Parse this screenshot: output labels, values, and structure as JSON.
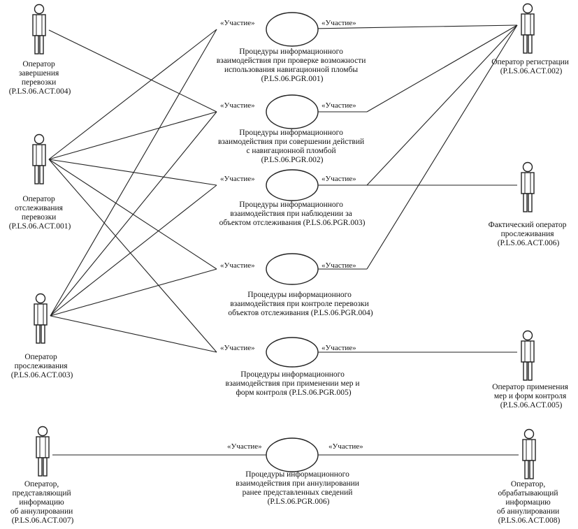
{
  "participation_label": "«Участие»",
  "actors": {
    "act004": {
      "lines": [
        "Оператор",
        "завершения",
        "перевозки",
        "(P.LS.06.ACT.004)"
      ]
    },
    "act002": {
      "lines": [
        "Оператор регистрации",
        "(P.LS.06.ACT.002)"
      ]
    },
    "act001": {
      "lines": [
        "Оператор",
        "отслеживания",
        "перевозки",
        "(P.LS.06.ACT.001)"
      ]
    },
    "act006": {
      "lines": [
        "Фактический оператор",
        "прослеживания",
        "(P.LS.06.ACT.006)"
      ]
    },
    "act003": {
      "lines": [
        "Оператор",
        "прослеживания",
        "(P.LS.06.ACT.003)"
      ]
    },
    "act005": {
      "lines": [
        "Оператор применения",
        "мер и форм контроля",
        "(P.LS.06.ACT.005)"
      ]
    },
    "act007": {
      "lines": [
        "Оператор,",
        "представляющий",
        "информацию",
        "об аннулировании",
        "(P.LS.06.ACT.007)"
      ]
    },
    "act008": {
      "lines": [
        "Оператор,",
        "обрабатывающий",
        "информацию",
        "об аннулировании",
        "(P.LS.06.ACT.008)"
      ]
    }
  },
  "usecases": {
    "pgr001": {
      "lines": [
        "Процедуры информационного",
        "взаимодействия при проверке возможности",
        "использования навигационной пломбы",
        "(P.LS.06.PGR.001)"
      ]
    },
    "pgr002": {
      "lines": [
        "Процедуры информационного",
        "взаимодействия при совершении действий",
        "с навигационной пломбой",
        "(P.LS.06.PGR.002)"
      ]
    },
    "pgr003": {
      "lines": [
        "Процедуры информационного",
        "взаимодействия при наблюдении за",
        "объектом отслеживания (P.LS.06.PGR.003)"
      ]
    },
    "pgr004": {
      "lines": [
        "Процедуры информационного",
        "взаимодействия при контроле перевозки",
        "объектов отслеживания (P.LS.06.PGR.004)"
      ]
    },
    "pgr005": {
      "lines": [
        "Процедуры информационного",
        "взаимодействия при применении мер и",
        "форм контроля (P.LS.06.PGR.005)"
      ]
    },
    "pgr006": {
      "lines": [
        "Процедуры информационного",
        "взаимодействия при аннулировании",
        "ранее представленных сведений",
        "(P.LS.06.PGR.006)"
      ]
    }
  }
}
